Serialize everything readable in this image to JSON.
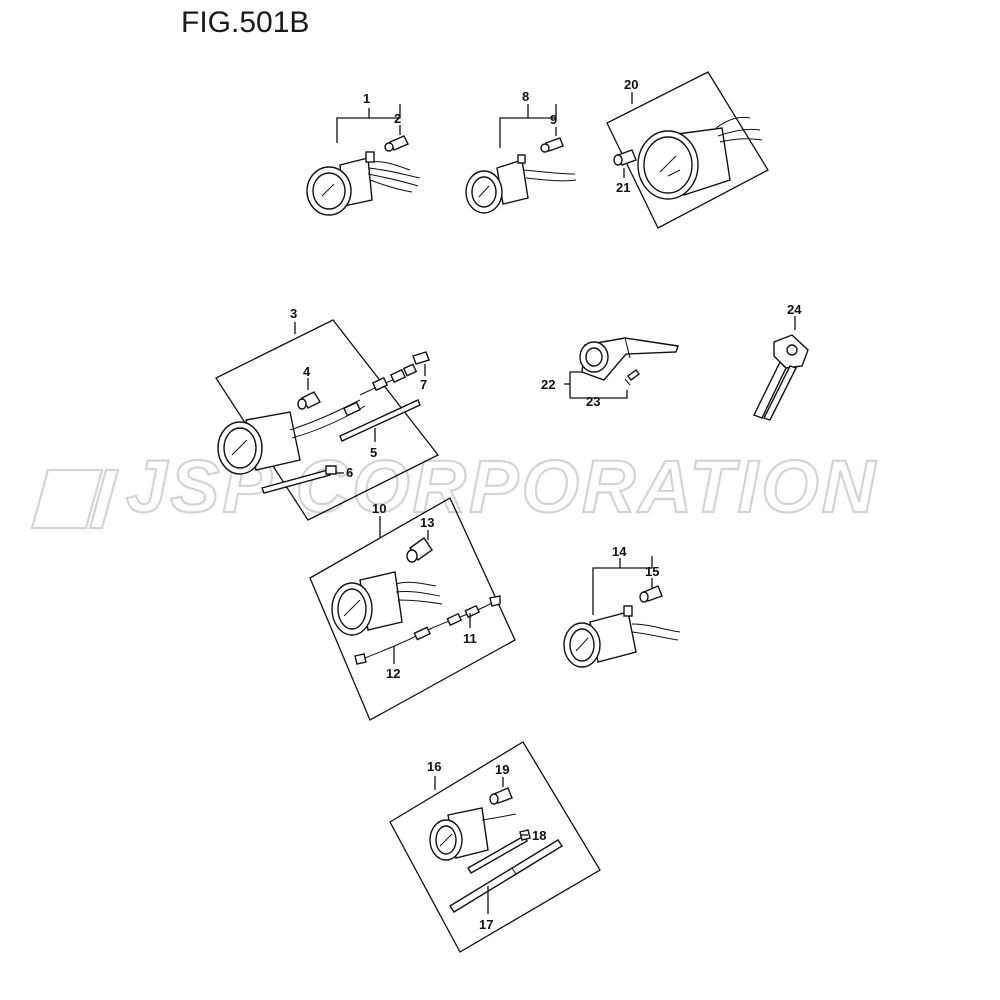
{
  "figure": {
    "title": "FIG.501B"
  },
  "watermark": {
    "text": "JSP CORPORATION"
  },
  "callouts": [
    "1",
    "2",
    "3",
    "4",
    "5",
    "6",
    "7",
    "8",
    "9",
    "10",
    "11",
    "12",
    "13",
    "14",
    "15",
    "16",
    "17",
    "18",
    "19",
    "20",
    "21",
    "22",
    "23",
    "24"
  ]
}
